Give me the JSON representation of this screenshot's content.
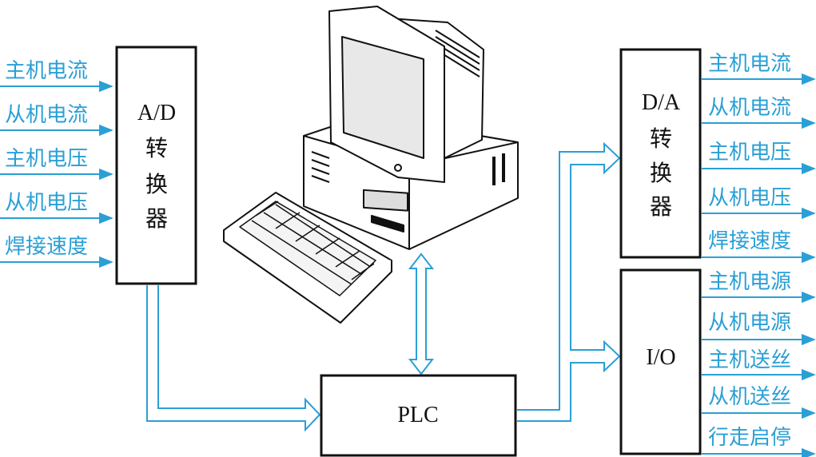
{
  "inputs": [
    "主机电流",
    "从机电流",
    "主机电压",
    "从机电压",
    "焊接速度"
  ],
  "ad_box": {
    "title": "A/D",
    "c1": "转",
    "c2": "换",
    "c3": "器"
  },
  "plc_box": {
    "title": "PLC"
  },
  "da_box": {
    "title": "D/A",
    "c1": "转",
    "c2": "换",
    "c3": "器"
  },
  "io_box": {
    "title": "I/O"
  },
  "da_outputs": [
    "主机电流",
    "从机电流",
    "主机电压",
    "从机电压",
    "焊接速度"
  ],
  "io_outputs": [
    "主机电源",
    "从机电源",
    "主机送丝",
    "从机送丝",
    "行走启停"
  ],
  "colors": {
    "line": "#2a9fd6",
    "label": "#2a9fd6",
    "box_stroke": "#111111"
  },
  "computer": "desktop-computer-with-keyboard"
}
